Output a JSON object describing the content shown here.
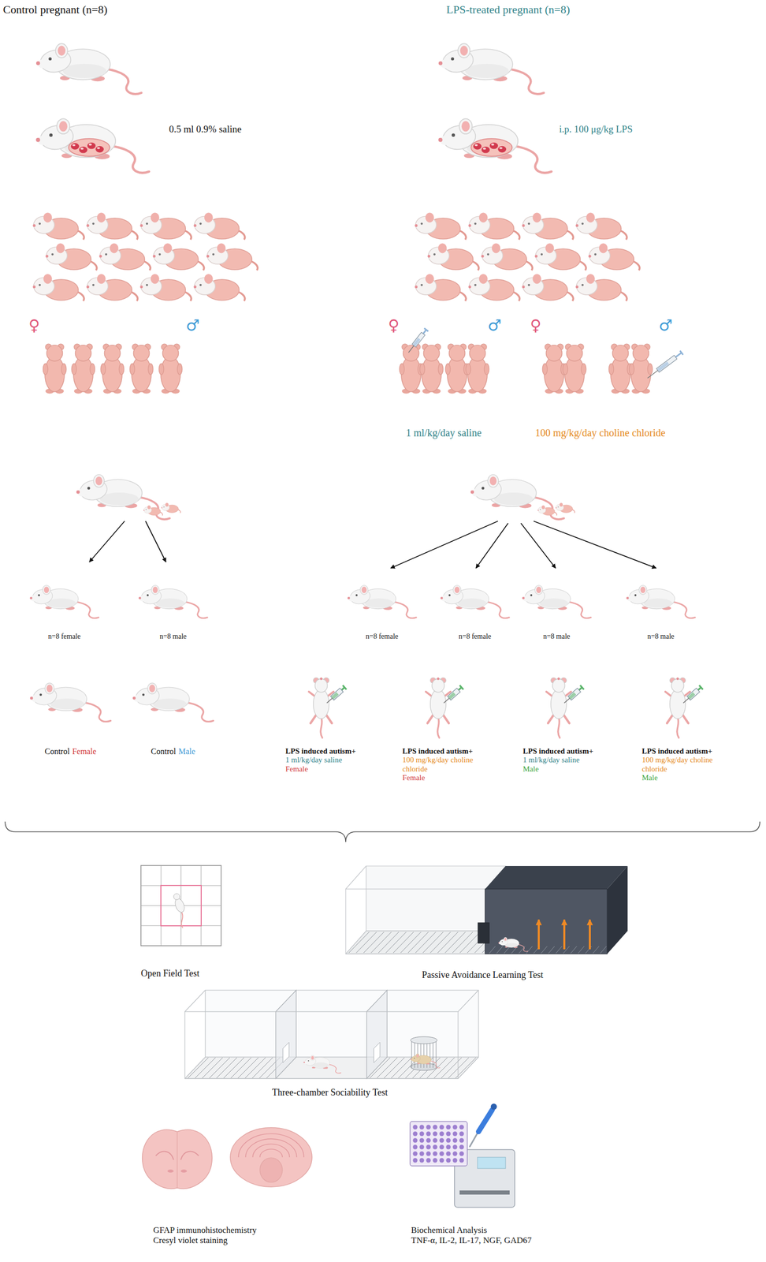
{
  "diagram": {
    "labels": [
      "Control pregnant (n=8)",
      "LPS-treated pregnant (n=8)",
      "0.5 ml 0.9% saline",
      "i.p. 100 μg/kg LPS",
      "♀",
      "♂",
      "♀",
      "♂",
      "♀",
      "♂",
      "1 ml/kg/day saline",
      "100 mg/kg/day choline chloride",
      "n=8 female",
      "n=8 male",
      "n=8 female",
      "n=8 female",
      "n=8 male",
      "n=8 male",
      "Control",
      "Female",
      "Control",
      "Male",
      "LPS induced autism+",
      "1 ml/kg/day saline",
      "Female",
      "LPS induced autism+",
      "100 mg/kg/day choline chloride",
      "Female",
      "LPS induced autism+",
      "1 ml/kg/day saline",
      "Male",
      "LPS induced autism+",
      "100 mg/kg/day choline chloride",
      "Male",
      "Open Field Test",
      "Passive Avoidance Learning Test",
      "Three-chamber Sociability Test",
      "GFAP immunohistochemistry",
      "Cresyl violet staining",
      "Biochemical Analysis",
      "TNF-α, IL-2, IL-17, NGF, GAD67"
    ]
  }
}
